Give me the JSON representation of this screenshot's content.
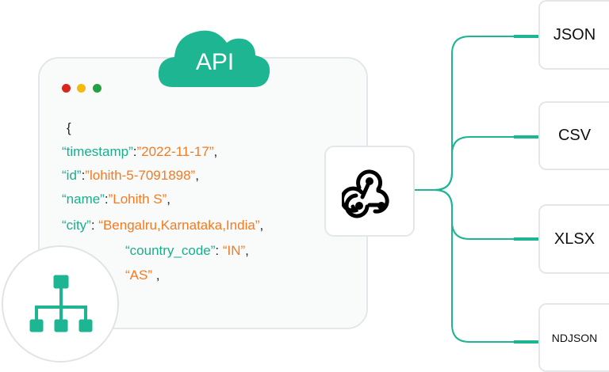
{
  "cloud_label": "API",
  "colors": {
    "accent": "#1db592",
    "key": "#1aae8c",
    "value": "#f57a20",
    "red": "#d9261c",
    "yellow": "#f5b90a",
    "green": "#23a043"
  },
  "code": {
    "open_brace": "{",
    "lines": [
      {
        "key": "“timestamp”",
        "sep": ":",
        "value": "”2022-11-17”",
        "end": ","
      },
      {
        "key": "“id”",
        "sep": ":",
        "value": "”lohith-5-7091898”",
        "end": ","
      },
      {
        "key": "“name”",
        "sep": ":",
        "value": "”Lohith S”",
        "end": ","
      },
      {
        "key": "“city”",
        "sep": ": ",
        "value": "“Bengalru,Karnataka,India”",
        "end": ","
      },
      {
        "key": "“country_code”",
        "sep": ": ",
        "value": "“IN”",
        "end": ","
      },
      {
        "key": "",
        "sep": "",
        "value": "“AS”",
        "end": " ,"
      }
    ]
  },
  "formats": [
    "JSON",
    "CSV",
    "XLSX",
    "NDJSON"
  ]
}
